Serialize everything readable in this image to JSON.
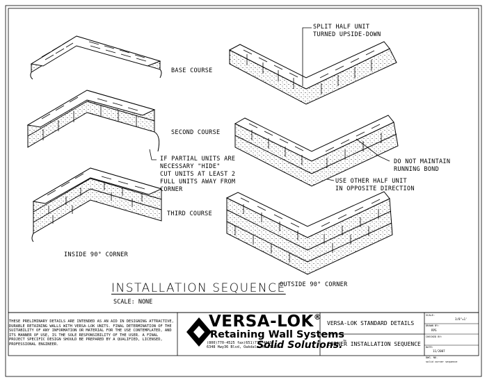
{
  "labels": {
    "split_half_1": "SPLIT HALF UNIT",
    "split_half_2": "TURNED UPSIDE-DOWN",
    "base_course": "BASE COURSE",
    "second_course": "SECOND COURSE",
    "partial_1": "IF PARTIAL UNITS ARE",
    "partial_2": "NECESSARY \"HIDE\"",
    "partial_3": "CUT UNITS AT LEAST 2",
    "partial_4": "FULL UNITS AWAY FROM",
    "partial_5": "CORNER",
    "do_not_1": "DO NOT MAINTAIN",
    "do_not_2": "RUNNING BOND",
    "use_other_1": "USE OTHER HALF UNIT",
    "use_other_2": "IN OPPOSITE DIRECTION",
    "third_course": "THIRD COURSE",
    "inside_corner": "INSIDE 90° CORNER",
    "outside_corner": "OUTSIDE 90° CORNER"
  },
  "title": "INSTALLATION SEQUENCE",
  "scale": "SCALE: NONE",
  "disclaimer": "THESE PRELIMINARY DETAILS ARE INTENDED AS AN AID IN DESIGNING ATTRACTIVE, DURABLE RETAINING WALLS WITH VERSA-LOK UNITS. FINAL DETERMINATION OF THE SUITABILITY OF ANY INFORMATION OR MATERIAL FOR THE USE CONTEMPLATED, AND ITS MANNER OF USE, IS THE SOLE RESPONSIBILITY OF THE USER. A FINAL PROJECT SPECIFIC DESIGN SHOULD BE PREPARED BY A QUALIFIED, LICENSED, PROFESSIONAL ENGINEER.",
  "logo": {
    "brand": "VERSA-LOK",
    "reg": "®",
    "tagline": "Retaining Wall Systems",
    "phone": "(800)770-4525  fax(651)770-4089",
    "address": "6348 Hwy36 Blvd, Oakdale,MN 55128",
    "slogan": "Solid Solutions.",
    "tm": "™"
  },
  "title_block": {
    "project": "VERSA-LOK STANDARD DETAILS",
    "drawing": "CORNER INSTALLATION SEQUENCE",
    "scale_label": "SCALE:",
    "scale_value": "3/8\"=1'",
    "drawn_label": "DRAWN BY:",
    "drawn_value": "RPS",
    "checked_label": "CHECKED BY:",
    "date_label": "DATE:",
    "date_value": "11/2007",
    "dwg_label": "DWG. NO.",
    "dwg_value": "solid corner sequence"
  },
  "colors": {
    "ink": "#000000",
    "paper": "#ffffff"
  }
}
